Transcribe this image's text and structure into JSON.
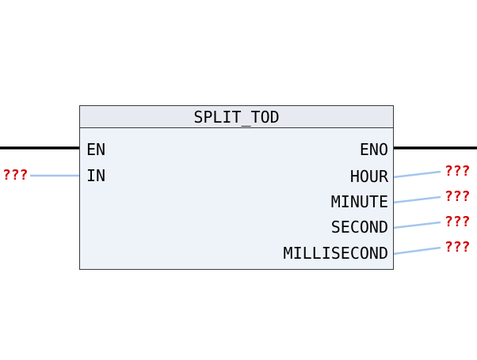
{
  "block": {
    "title": "SPLIT_TOD",
    "inputs": [
      {
        "label": "EN"
      },
      {
        "label": "IN"
      }
    ],
    "outputs": [
      {
        "label": "ENO"
      },
      {
        "label": "HOUR"
      },
      {
        "label": "MINUTE"
      },
      {
        "label": "SECOND"
      },
      {
        "label": "MILLISECOND"
      }
    ]
  },
  "operands": {
    "in": "???",
    "hour": "???",
    "minute": "???",
    "second": "???",
    "millisecond": "???"
  },
  "colors": {
    "wire_power": "#000000",
    "wire_data": "#a3c6ee",
    "operand_text": "#d40000",
    "block_fill": "#eef3fa",
    "header_fill": "#e7eaf0",
    "border": "#3a3a3a"
  }
}
